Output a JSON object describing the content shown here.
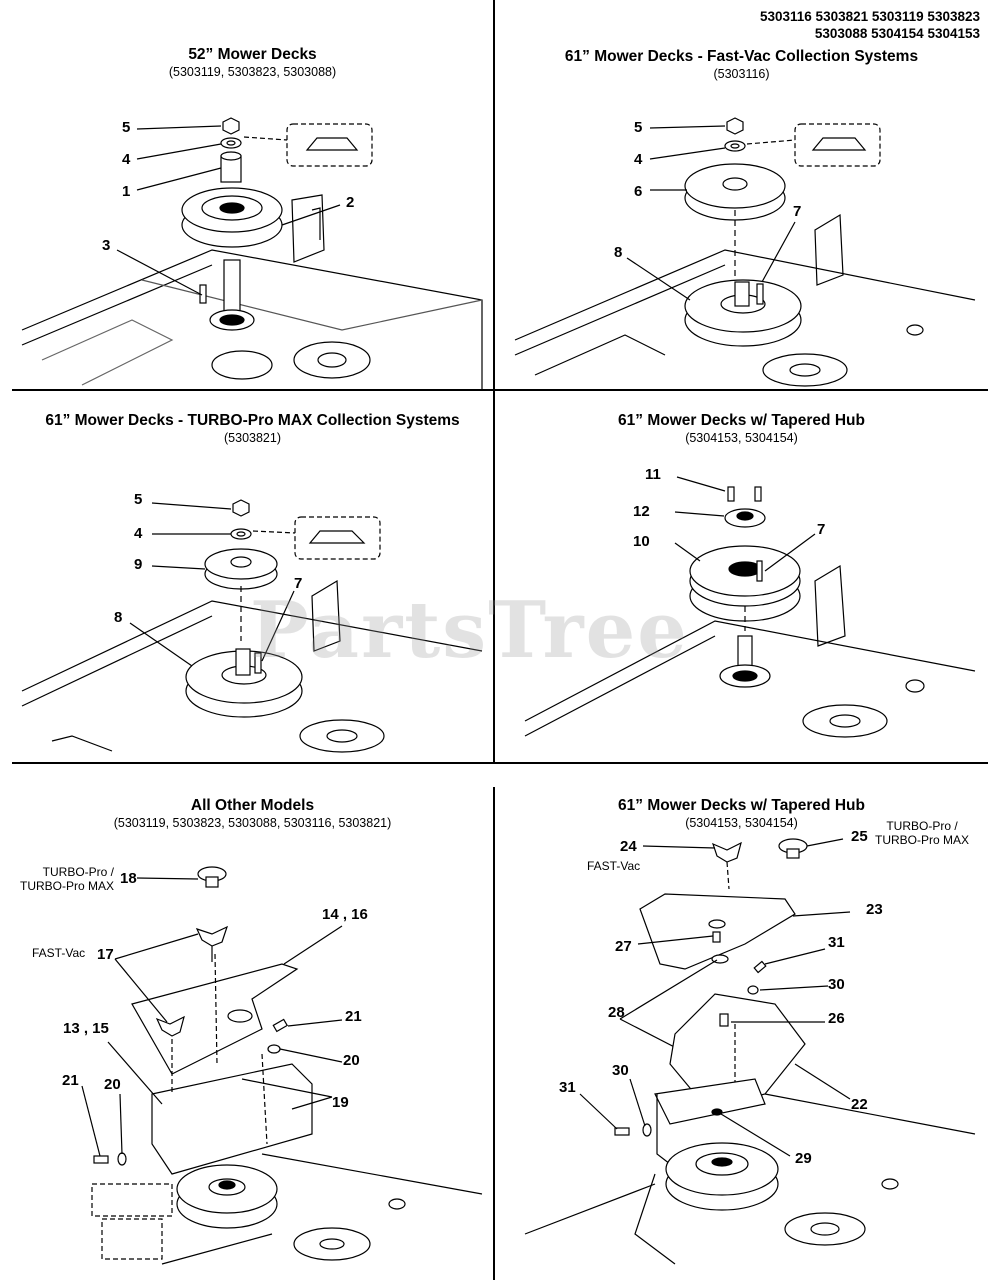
{
  "header": {
    "models_line1": "5303116 5303821 5303119 5303823",
    "models_line2": "5303088 5304154 5304153"
  },
  "watermark": "PartsTree",
  "panels": {
    "p1": {
      "title": "52” Mower Decks",
      "subtitle": "(5303119, 5303823, 5303088)",
      "callouts": [
        "5",
        "4",
        "1",
        "2",
        "3"
      ]
    },
    "p2": {
      "title": "61” Mower Decks - Fast-Vac Collection Systems",
      "subtitle": "(5303116)",
      "callouts": [
        "5",
        "4",
        "6",
        "7",
        "8"
      ]
    },
    "p3": {
      "title": "61” Mower Decks - TURBO-Pro MAX Collection Systems",
      "subtitle": "(5303821)",
      "callouts": [
        "5",
        "4",
        "9",
        "7",
        "8"
      ]
    },
    "p4": {
      "title": "61” Mower Decks w/ Tapered Hub",
      "subtitle": "(5304153, 5304154)",
      "callouts": [
        "11",
        "12",
        "10",
        "7"
      ]
    },
    "p5": {
      "title": "All Other Models",
      "subtitle": "(5303119, 5303823, 5303088, 5303116, 5303821)",
      "callouts": [
        "18",
        "14 , 16",
        "17",
        "13 , 15",
        "21",
        "20",
        "19",
        "21",
        "20"
      ],
      "notes": {
        "turbo": "TURBO-Pro /\nTURBO-Pro MAX",
        "fastvac": "FAST-Vac"
      }
    },
    "p6": {
      "title": "61” Mower Decks w/ Tapered Hub",
      "subtitle": "(5304153, 5304154)",
      "callouts": [
        "24",
        "25",
        "23",
        "27",
        "31",
        "30",
        "28",
        "26",
        "31",
        "30",
        "22",
        "29"
      ],
      "notes": {
        "fastvac": "FAST-Vac",
        "turbo": "TURBO-Pro /\nTURBO-Pro MAX"
      }
    }
  }
}
